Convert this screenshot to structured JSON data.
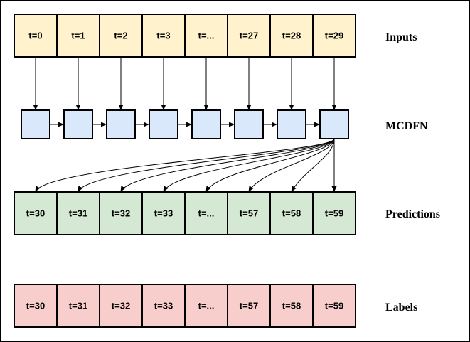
{
  "diagram": {
    "row_labels": {
      "inputs": "Inputs",
      "model": "MCDFN",
      "predictions": "Predictions",
      "labels": "Labels"
    },
    "inputs": [
      "t=0",
      "t=1",
      "t=2",
      "t=3",
      "t=...",
      "t=27",
      "t=28",
      "t=29"
    ],
    "predictions": [
      "t=30",
      "t=31",
      "t=32",
      "t=33",
      "t=...",
      "t=57",
      "t=58",
      "t=59"
    ],
    "labels": [
      "t=30",
      "t=31",
      "t=32",
      "t=33",
      "t=...",
      "t=57",
      "t=58",
      "t=59"
    ],
    "model_unit_count": 8,
    "colors": {
      "inputs_fill": "#fff2cc",
      "model_fill": "#dae8fc",
      "predictions_fill": "#d5e8d4",
      "labels_fill": "#f8cecc",
      "stroke": "#000000"
    }
  }
}
